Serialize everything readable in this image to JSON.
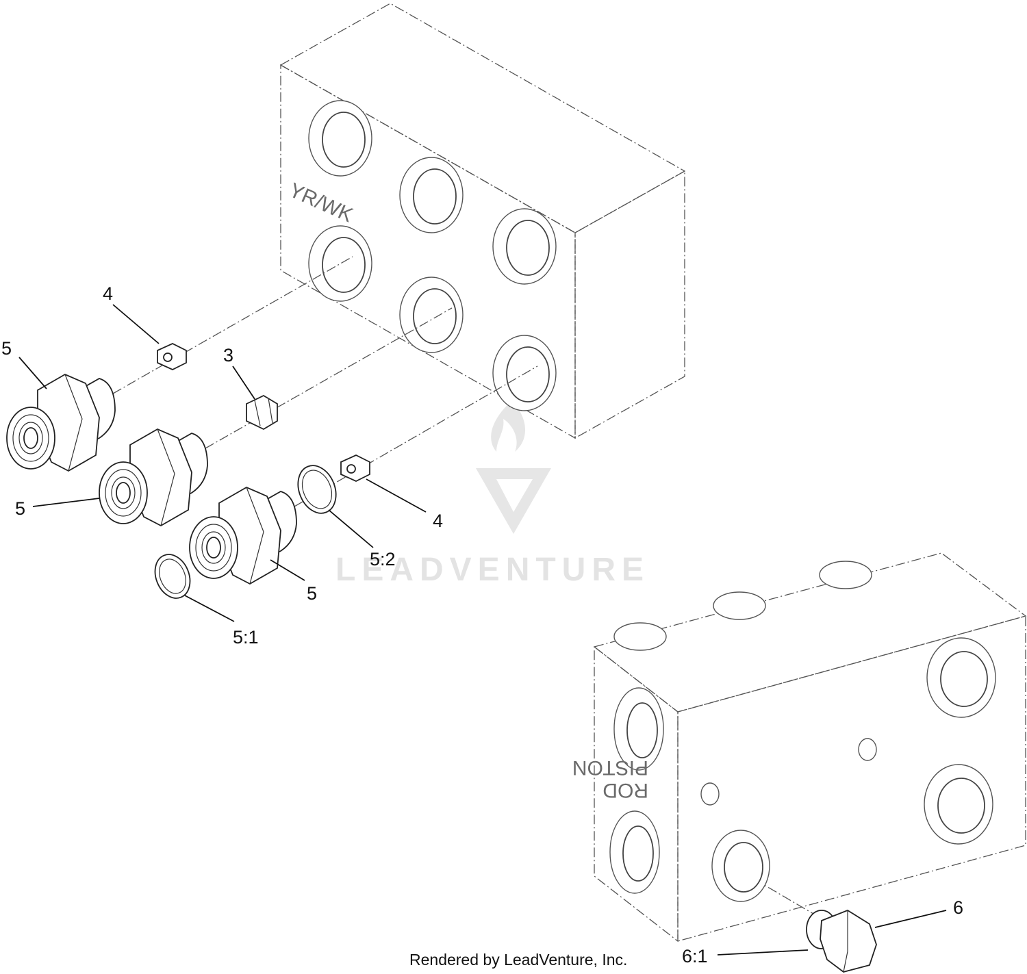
{
  "diagram": {
    "block_upper_stamp": "YR/WK",
    "block_lower_stamp": [
      "PISTON",
      "ROD"
    ],
    "callouts": [
      {
        "id": "c1",
        "text": "4"
      },
      {
        "id": "c2",
        "text": "5"
      },
      {
        "id": "c3",
        "text": "3"
      },
      {
        "id": "c4",
        "text": "5"
      },
      {
        "id": "c5",
        "text": "4"
      },
      {
        "id": "c6",
        "text": "5:2"
      },
      {
        "id": "c7",
        "text": "5"
      },
      {
        "id": "c8",
        "text": "5:1"
      },
      {
        "id": "c9",
        "text": "6"
      },
      {
        "id": "c10",
        "text": "6:1"
      }
    ],
    "watermark_text": "LEADVENTURE",
    "credit": "Rendered by LeadVenture, Inc."
  }
}
